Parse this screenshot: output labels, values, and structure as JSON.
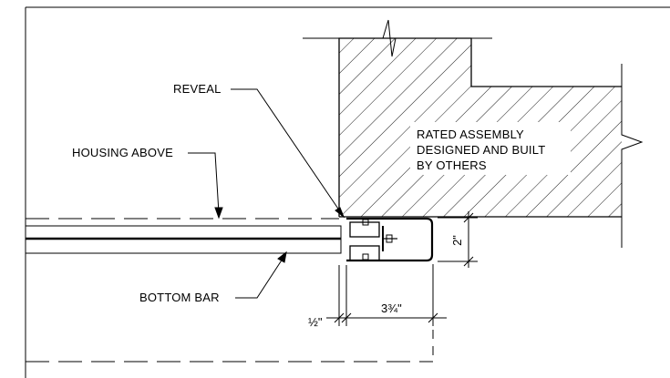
{
  "labels": {
    "reveal": "REVEAL",
    "housing_above": "HOUSING ABOVE",
    "bottom_bar": "BOTTOM BAR",
    "rated_assembly_line1": "RATED ASSEMBLY",
    "rated_assembly_line2": "DESIGNED AND BUILT",
    "rated_assembly_line3": "BY OTHERS"
  },
  "dimensions": {
    "height": "2\"",
    "reveal_width": "½\"",
    "housing_width": "3¾\""
  },
  "colors": {
    "line": "#000000",
    "background": "#ffffff"
  }
}
